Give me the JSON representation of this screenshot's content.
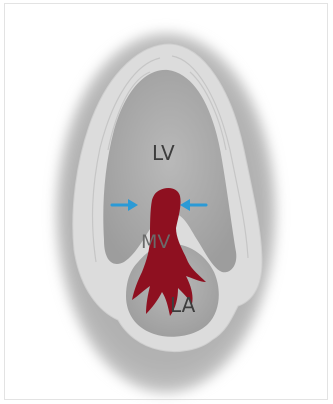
{
  "labels": {
    "lv": "LV",
    "mv": "MV",
    "la": "LA"
  },
  "colors": {
    "outer_halo": "#b8b8b8",
    "myocardium": "#dadada",
    "cavity": "#a9a9a9",
    "jet": "#8e1020",
    "arrow": "#2b9ad6"
  },
  "icons": {
    "left_arrow": "arrow-right-icon",
    "right_arrow": "arrow-left-icon"
  }
}
